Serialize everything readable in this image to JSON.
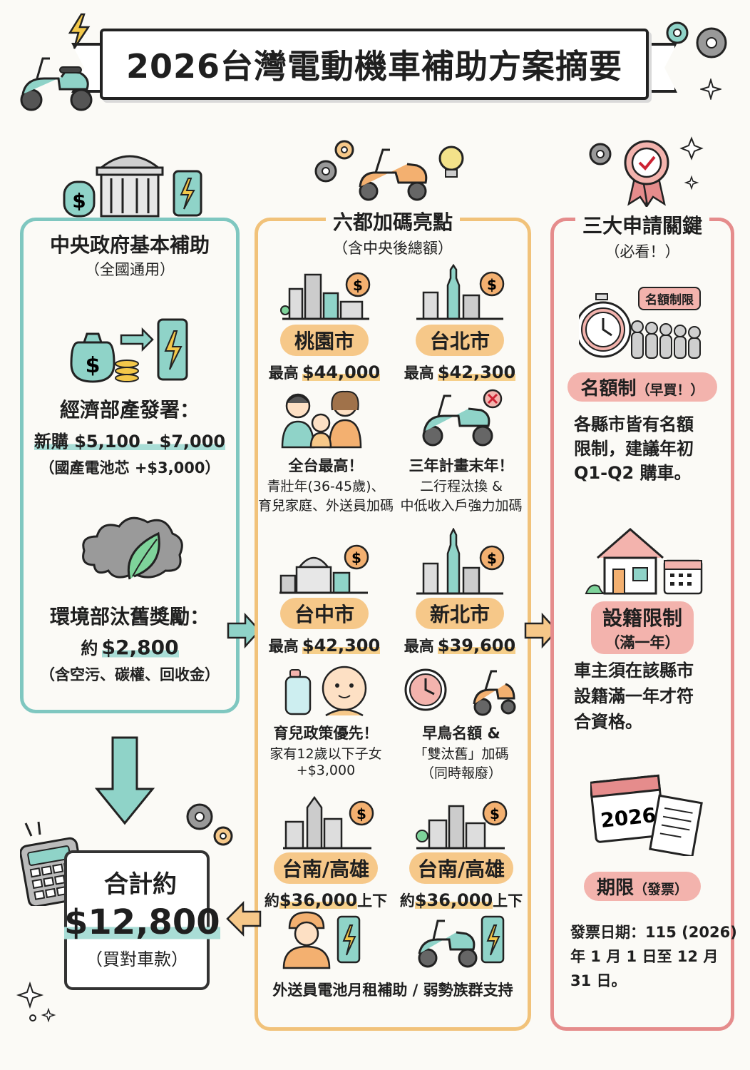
{
  "title": "2026台灣電動機車補助方案摘要",
  "central": {
    "heading": "中央政府基本補助",
    "subheading": "（全國通用）",
    "moea_label": "經濟部產發署：",
    "moea_amount": "新購 $5,100 - $7,000",
    "moea_extra": "（國產電池芯 +$3,000）",
    "epa_label": "環境部汰舊獎勵：",
    "epa_amount_prefix": "約",
    "epa_amount": "$2,800",
    "epa_note": "（含空污、碳權、回收金）"
  },
  "total": {
    "label": "合計約",
    "amount": "$12,800",
    "note": "（買對車款）"
  },
  "cities": {
    "heading": "六都加碼亮點",
    "subheading": "（含中央後總額）",
    "taoyuan": {
      "name": "桃園市",
      "max_prefix": "最高",
      "max": "$44,000",
      "note1": "全台最高！",
      "note2": "青壯年(36-45歲)、",
      "note3": "育兒家庭、外送員加碼"
    },
    "taipei": {
      "name": "台北市",
      "max_prefix": "最高",
      "max": "$42,300",
      "note1": "三年計畫末年！",
      "note2": "二行程汰換 &",
      "note3": "中低收入戶強力加碼"
    },
    "taichung": {
      "name": "台中市",
      "max_prefix": "最高",
      "max": "$42,300",
      "note1": "育兒政策優先！",
      "note2": "家有12歲以下子女",
      "note3": "+$3,000"
    },
    "newtaipei": {
      "name": "新北市",
      "max_prefix": "最高",
      "max": "$39,600",
      "note1": "早鳥名額 &",
      "note2": "「雙汰舊」加碼",
      "note3": "（同時報廢）"
    },
    "tainan1": {
      "name": "台南/高雄",
      "amount_prefix": "約",
      "amount": "$36,000",
      "amount_suffix": "上下"
    },
    "tainan2": {
      "name": "台南/高雄",
      "amount_prefix": "約",
      "amount": "$36,000",
      "amount_suffix": "上下"
    },
    "bottom_note": "外送員電池月租補助 / 弱勢族群支持"
  },
  "keys": {
    "heading": "三大申請關鍵",
    "subheading": "（必看！）",
    "quota_tag": "名額制限",
    "quota_title": "名額制",
    "quota_title_suffix": "（早買！）",
    "quota_text": [
      "各縣市皆有名額",
      "限制，建議年初",
      "Q1-Q2 購車。"
    ],
    "residency_title": "設籍限制",
    "residency_sub": "（滿一年）",
    "residency_text": [
      "車主須在該縣市",
      "設籍滿一年才符",
      "合資格。"
    ],
    "calendar_year": "2026",
    "deadline_title": "期限",
    "deadline_suffix": "（發票）",
    "deadline_text": [
      "發票日期：115 (2026)",
      "年 1 月 1 日至 12 月",
      "31 日。"
    ]
  },
  "colors": {
    "teal": "#7fc7c0",
    "orange": "#f1c27a",
    "red": "#e58c8c",
    "highlight_orange": "#f6c889",
    "highlight_red": "#f3b3ad"
  }
}
